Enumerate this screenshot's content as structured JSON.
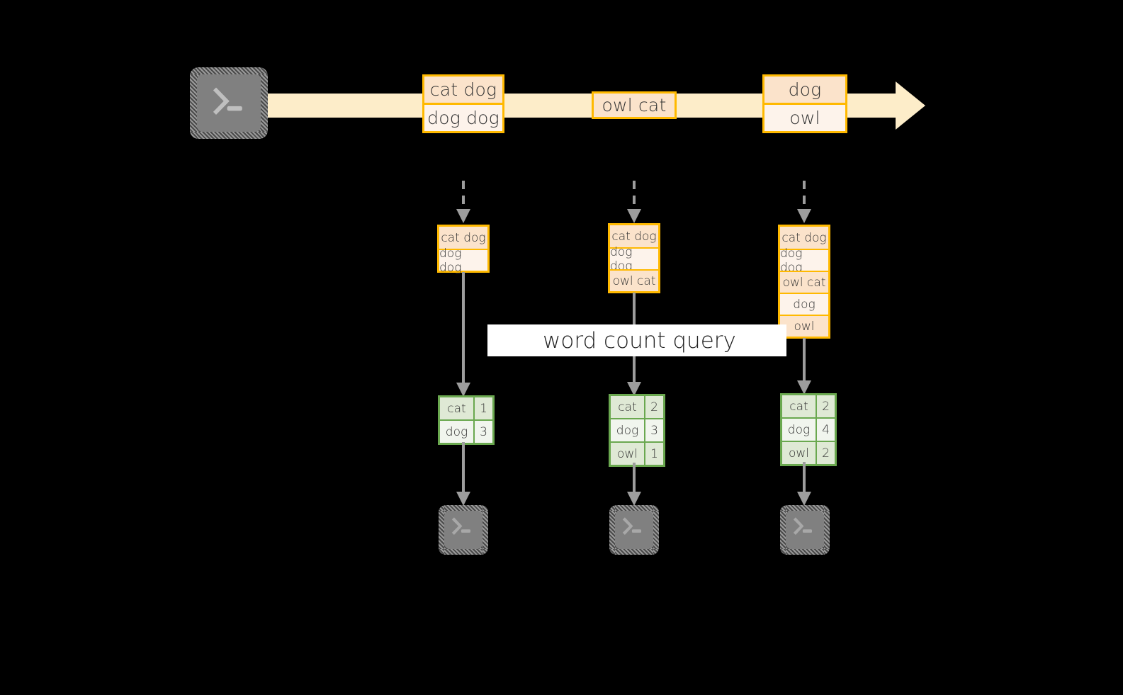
{
  "diagram": {
    "title_banner": {
      "label": "word count query"
    },
    "source": {
      "icon": "terminal-icon",
      "glyph": ">_"
    },
    "stream": {
      "accent_color": "#ffb900",
      "band_color": "#fdedc9",
      "events": [
        {
          "id": "event-group-1",
          "lines": [
            "cat dog",
            "dog dog"
          ]
        },
        {
          "id": "event-group-2",
          "lines": [
            "owl cat"
          ]
        },
        {
          "id": "event-group-3",
          "lines": [
            "dog",
            "owl"
          ]
        }
      ]
    },
    "snapshots": [
      {
        "id": "snapshot-1",
        "accumulated_events": [
          "cat dog",
          "dog dog"
        ],
        "result": {
          "rows": [
            {
              "word": "cat",
              "count": "1"
            },
            {
              "word": "dog",
              "count": "3"
            }
          ]
        },
        "sink": {
          "icon": "terminal-icon",
          "glyph": ">_"
        }
      },
      {
        "id": "snapshot-2",
        "accumulated_events": [
          "cat dog",
          "dog dog",
          "owl cat"
        ],
        "result": {
          "rows": [
            {
              "word": "cat",
              "count": "2"
            },
            {
              "word": "dog",
              "count": "3"
            },
            {
              "word": "owl",
              "count": "1"
            }
          ]
        },
        "sink": {
          "icon": "terminal-icon",
          "glyph": ">_"
        }
      },
      {
        "id": "snapshot-3",
        "accumulated_events": [
          "cat dog",
          "dog dog",
          "owl cat",
          "dog",
          "owl"
        ],
        "result": {
          "rows": [
            {
              "word": "cat",
              "count": "2"
            },
            {
              "word": "dog",
              "count": "4"
            },
            {
              "word": "owl",
              "count": "2"
            }
          ]
        },
        "sink": {
          "icon": "terminal-icon",
          "glyph": ">_"
        }
      }
    ],
    "colors": {
      "background": "#000000",
      "event_border": "#ffb900",
      "event_fill_a": "#fbe3cb",
      "event_fill_b": "#fdf3eb",
      "result_border": "#6aa84f",
      "result_fill_a": "#dfe9d5",
      "result_fill_b": "#f1f5ee",
      "connector": "#9d9d9d",
      "terminal_fill": "#808080",
      "banner_fill": "#ffffff"
    }
  }
}
